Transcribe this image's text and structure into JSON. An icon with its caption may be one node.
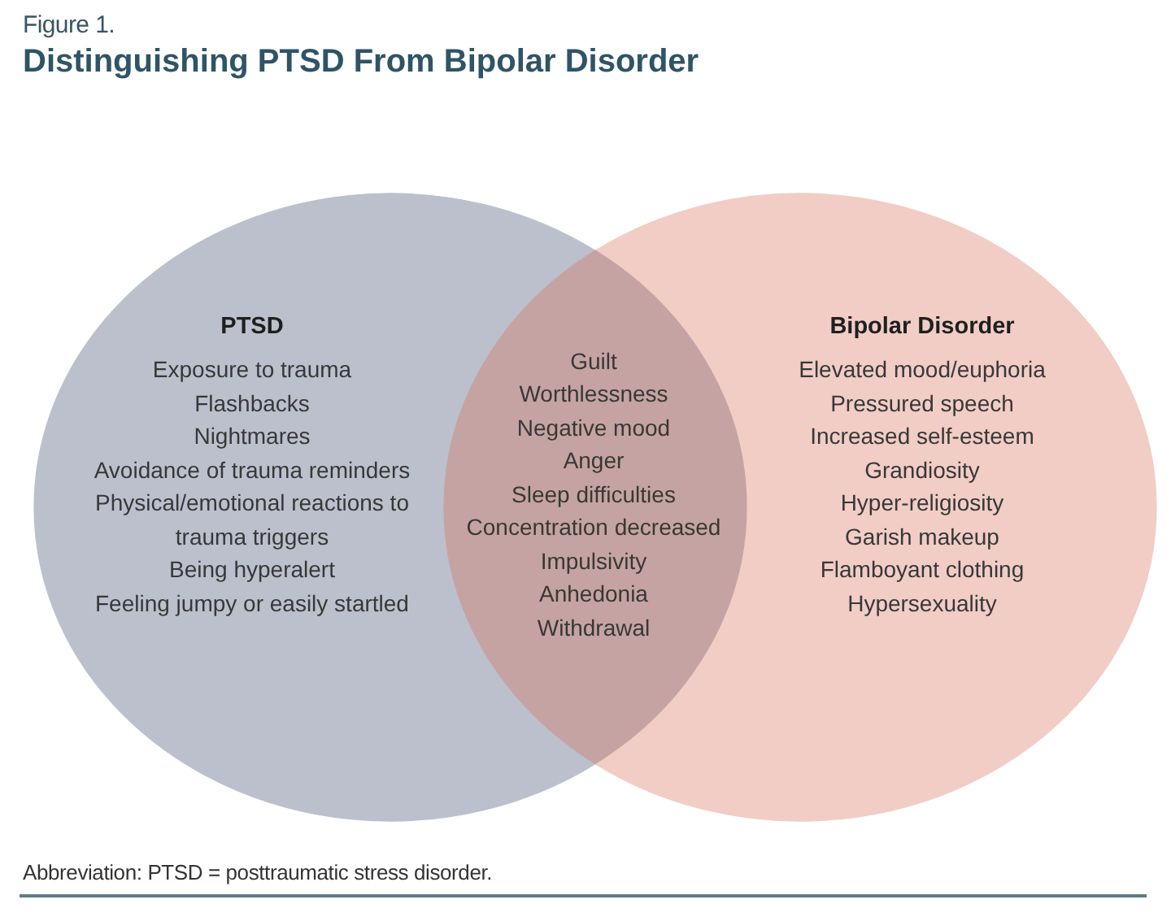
{
  "diagram": {
    "title": "Distinguishing PTSD From Bipolar Disorder",
    "caption": "Abbreviation: PTSD = posttraumatic stress disorder.",
    "nodes": [
      {
        "text": [
          "PTSD",
          "Exposure to trauma",
          "Flashbacks",
          "Nightmares",
          "Avoidance of trauma reminders",
          "Physical/emotional reactions to trauma triggers",
          "Being hyperalert",
          "Feeling jumpy or easily startled"
        ]
      },
      {
        "text": [
          "Guilt",
          "Worthlessness",
          "Negative mood",
          "Anger",
          "Sleep difficulties",
          "Concentration decreased",
          "Impulsivity",
          "Anhedonia",
          "Withdrawal"
        ]
      },
      {
        "text": [
          "Bipolar Disorder",
          "Elevated mood/euphoria",
          "Pressured speech",
          "Increased self-esteem",
          "Grandiosity",
          "Hyper-religiosity",
          "Garish makeup",
          "Flamboyant clothing",
          "Hypersexuality"
        ]
      }
    ],
    "labels": [
      "Figure 1."
    ]
  }
}
